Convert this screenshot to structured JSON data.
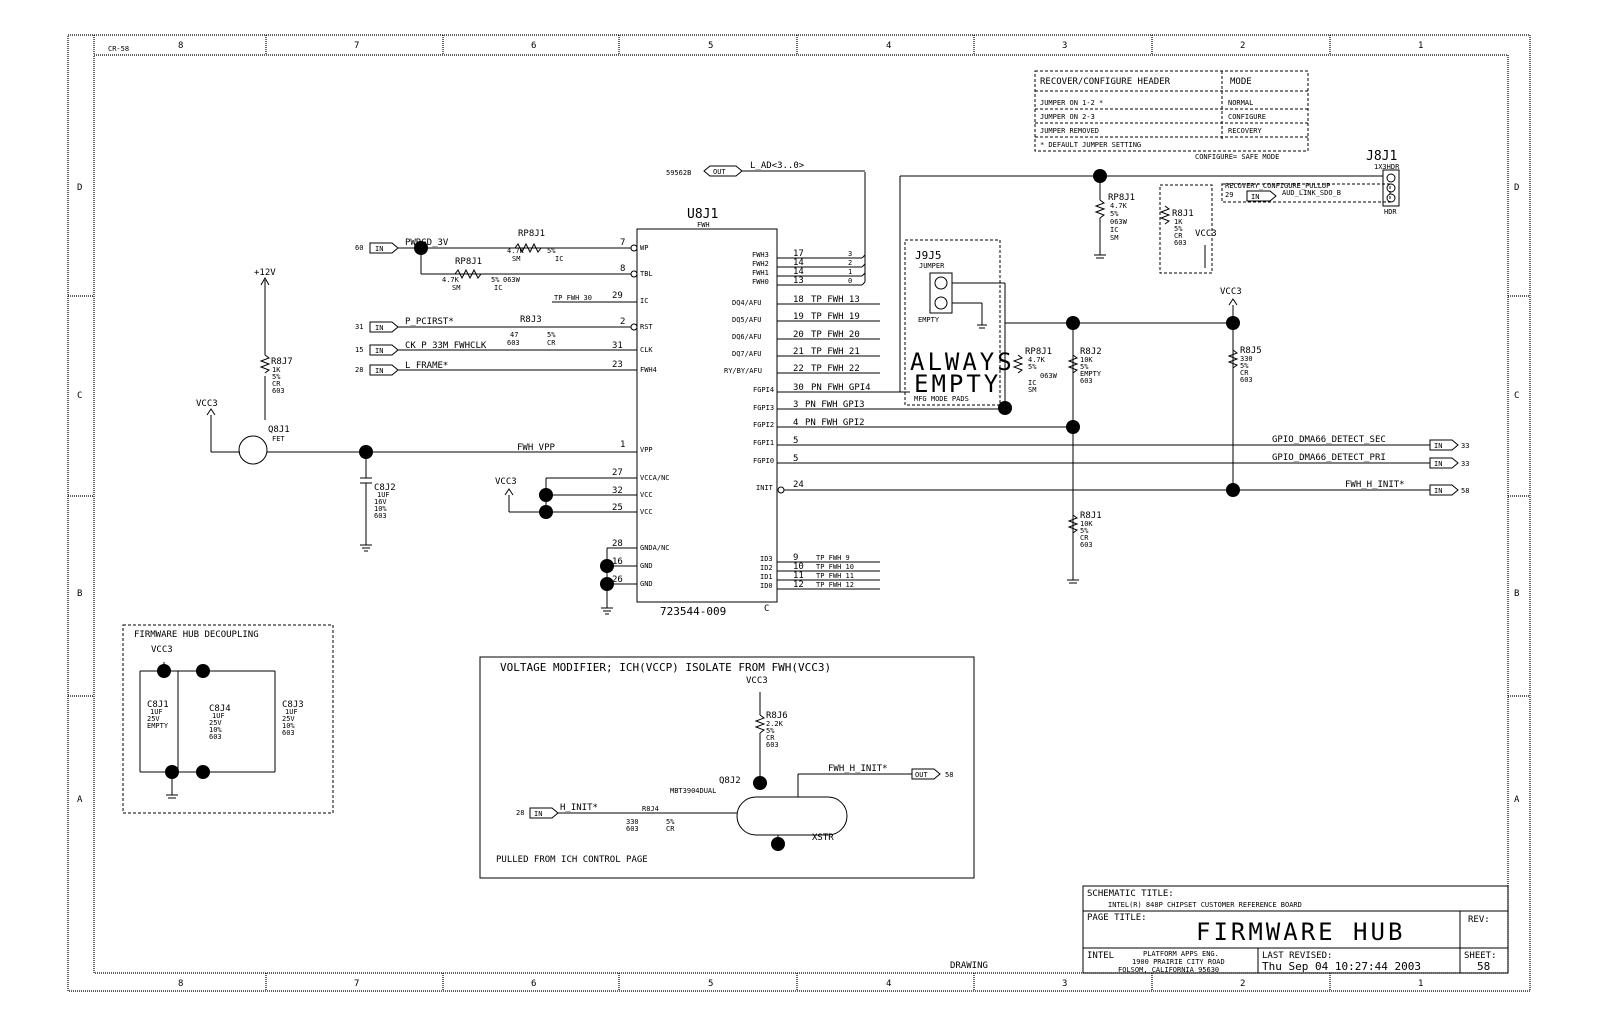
{
  "sheet": {
    "corner_label": "CR-58",
    "columns": [
      "8",
      "7",
      "6",
      "5",
      "4",
      "3",
      "2",
      "1"
    ],
    "rows": [
      "D",
      "C",
      "B",
      "A"
    ]
  },
  "recover_table": {
    "header_left": "RECOVER/CONFIGURE HEADER",
    "header_right": "MODE",
    "rows": [
      {
        "setting": "JUMPER ON 1-2 *",
        "mode": "NORMAL"
      },
      {
        "setting": "JUMPER ON 2-3",
        "mode": "CONFIGURE"
      },
      {
        "setting": "JUMPER REMOVED",
        "mode": "RECOVERY"
      }
    ],
    "footnote": "* DEFAULT JUMPER SETTING",
    "note": "CONFIGURE= SAFE MODE"
  },
  "u8j1": {
    "ref": "U8J1",
    "type": "FWH",
    "part": "723544-009",
    "suffix": "C",
    "left_pins": [
      {
        "num": "7",
        "name": "WP"
      },
      {
        "num": "8",
        "name": "TBL"
      },
      {
        "num": "29",
        "name": "IC"
      },
      {
        "num": "2",
        "name": "RST"
      },
      {
        "num": "31",
        "name": "CLK"
      },
      {
        "num": "23",
        "name": "FWH4"
      },
      {
        "num": "1",
        "name": "VPP"
      },
      {
        "num": "27",
        "name": "VCCA/NC"
      },
      {
        "num": "32",
        "name": "VCC"
      },
      {
        "num": "25",
        "name": "VCC"
      },
      {
        "num": "28",
        "name": "GNDA/NC"
      },
      {
        "num": "16",
        "name": "GND"
      },
      {
        "num": "26",
        "name": "GND"
      }
    ],
    "right_pins": [
      {
        "num": "17",
        "name": "FWH3",
        "net": "3"
      },
      {
        "num": "14",
        "name": "FWH2",
        "net": "2"
      },
      {
        "num": "14",
        "name": "FWH1",
        "net": "1"
      },
      {
        "num": "13",
        "name": "FWH0",
        "net": "0"
      },
      {
        "num": "18",
        "name": "DQ4/AFU",
        "net": "TP_FWH_13"
      },
      {
        "num": "19",
        "name": "DQ5/AFU",
        "net": "TP_FWH_19"
      },
      {
        "num": "20",
        "name": "DQ6/AFU",
        "net": "TP_FWH_20"
      },
      {
        "num": "21",
        "name": "DQ7/AFU",
        "net": "TP_FWH_21"
      },
      {
        "num": "22",
        "name": "RY/BY/AFU",
        "net": "TP_FWH_22"
      },
      {
        "num": "30",
        "name": "FGPI4",
        "net": "PN_FWH_GPI4"
      },
      {
        "num": "3",
        "name": "FGPI3",
        "net": "PN_FWH_GPI3"
      },
      {
        "num": "4",
        "name": "FGPI2",
        "net": "PN_FWH_GPI2"
      },
      {
        "num": "5",
        "name": "FGPI1",
        "net": ""
      },
      {
        "num": "5",
        "name": "FGPI0",
        "net": ""
      },
      {
        "num": "24",
        "name": "INIT",
        "net": ""
      },
      {
        "num": "9",
        "name": "ID3",
        "net": "TP_FWH_9"
      },
      {
        "num": "10",
        "name": "ID2",
        "net": "TP_FWH_10"
      },
      {
        "num": "11",
        "name": "ID1",
        "net": "TP_FWH_11"
      },
      {
        "num": "12",
        "name": "ID0",
        "net": "TP_FWH_12"
      }
    ],
    "tp_ic": "TP_FWH_30"
  },
  "nets": {
    "lad_page": "59562B",
    "lad": "L_AD<3..0>",
    "pwrgd_page": "60",
    "pwrgd": "PWRGD_3V",
    "pcirst_page": "31",
    "pcirst": "P_PCIRST*",
    "clk_page": "15",
    "clk": "CK_P_33M_FWHCLK",
    "frame_page": "28",
    "frame": "L_FRAME*",
    "fwh_vpp": "FWH_VPP",
    "vcc3": "VCC3",
    "plus12": "+12V",
    "gpio_sec": "GPIO_DMA66_DETECT_SEC",
    "gpio_pri": "GPIO_DMA66_DETECT_PRI",
    "gpio_page": "33",
    "fwh_init": "FWH_H_INIT*",
    "fwh_init_page": "58",
    "h_init": "H_INIT*",
    "h_init_page": "28",
    "recovery_pullup": "RECOVERY_CONFIGURE_PULLUP",
    "aud_link": "AUD_LINK_SDO_B",
    "aud_page": "29",
    "in_flag": "IN",
    "out_flag": "OUT"
  },
  "parts": {
    "rp8j1a": {
      "ref": "RP8J1",
      "val": "4.7K",
      "pct": "5%",
      "pwr": "063W",
      "pkg": "SM",
      "ic": "IC"
    },
    "r8j7": {
      "ref": "R8J7",
      "val": "1K",
      "pct": "5%",
      "pkg": "CR",
      "size": "603"
    },
    "q8j1": {
      "ref": "Q8J1",
      "type": "FET"
    },
    "c8j2": {
      "ref": "C8J2",
      "val": "1UF",
      "v": "16V",
      "pct": "10%",
      "size": "603"
    },
    "r8j3": {
      "ref": "R8J3",
      "val": "47",
      "size": "603",
      "pct": "5%",
      "pkg": "CR"
    },
    "r8j1": {
      "ref": "R8J1",
      "val": "1K",
      "pct": "5%",
      "pkg": "CR",
      "size": "603"
    },
    "r8j2": {
      "ref": "R8J2",
      "val": "10K",
      "pct": "5%",
      "note": "EMPTY",
      "size": "603"
    },
    "r8j5": {
      "ref": "R8J5",
      "val": "330",
      "pct": "5%",
      "pkg": "CR",
      "size": "603"
    },
    "r8j1b": {
      "ref": "R8J1",
      "val": "10K",
      "pct": "5%",
      "pkg": "CR",
      "size": "603"
    },
    "j8j1": {
      "ref": "J8J1",
      "type": "1X3HDR",
      "label": "HDR"
    },
    "j9j5": {
      "ref": "J9J5",
      "type": "JUMPER",
      "note": "EMPTY",
      "big1": "ALWAYS",
      "big2": "EMPTY",
      "sub": "MFG MODE PADS"
    }
  },
  "decoupling": {
    "title": "FIRMWARE HUB DECOUPLING",
    "caps": [
      {
        "ref": "C8J1",
        "val": "1UF",
        "v": "25V",
        "note": "EMPTY"
      },
      {
        "ref": "C8J4",
        "val": "1UF",
        "v": "25V",
        "pct": "10%",
        "size": "603"
      },
      {
        "ref": "C8J3",
        "val": "1UF",
        "v": "25V",
        "pct": "10%",
        "size": "603"
      }
    ]
  },
  "voltage": {
    "title": "VOLTAGE MODIFIER; ICH(VCCP) ISOLATE FROM FWH(VCC3)",
    "r8j6": {
      "ref": "R8J6",
      "val": "2.2K",
      "pct": "5%",
      "pkg": "CR",
      "size": "603"
    },
    "q8j2": {
      "ref": "Q8J2",
      "type": "MBT3904DUAL",
      "label": "XSTR"
    },
    "r8j4": {
      "ref": "R8J4",
      "val": "330",
      "size": "603",
      "pct": "5%",
      "pkg": "CR"
    },
    "note": "PULLED FROM ICH CONTROL PAGE"
  },
  "title_block": {
    "schematic_title_label": "SCHEMATIC TITLE:",
    "schematic_title": "INTEL(R) 848P CHIPSET CUSTOMER REFERENCE BOARD",
    "page_title_label": "PAGE TITLE:",
    "page_title": "FIRMWARE HUB",
    "rev_label": "REV:",
    "company": "INTEL",
    "addr1": "PLATFORM APPS ENG.",
    "addr2": "1900 PRAIRIE CITY ROAD",
    "addr3": "FOLSOM, CALIFORNIA 95630",
    "last_revised_label": "LAST REVISED:",
    "last_revised": "Thu Sep 04 10:27:44 2003",
    "sheet_label": "SHEET:",
    "sheet": "58",
    "drawing": "DRAWING"
  }
}
